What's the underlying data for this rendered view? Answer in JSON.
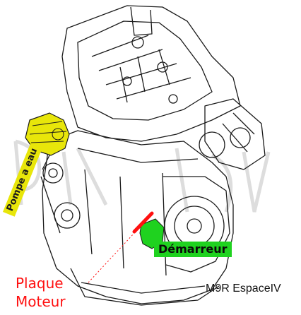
{
  "labels": {
    "pompe": "Pompe a eau",
    "demarreur": "Démarreur",
    "plaque_line1": "Plaque",
    "plaque_line2": "Moteur",
    "model": "M9R EspaceIV"
  },
  "colors": {
    "pompe_highlight": "#e8e60a",
    "demarreur_highlight": "#1fd21f",
    "plaque_marker": "#ff1010",
    "line_art": "#1a1a1a",
    "background": "#ffffff"
  }
}
